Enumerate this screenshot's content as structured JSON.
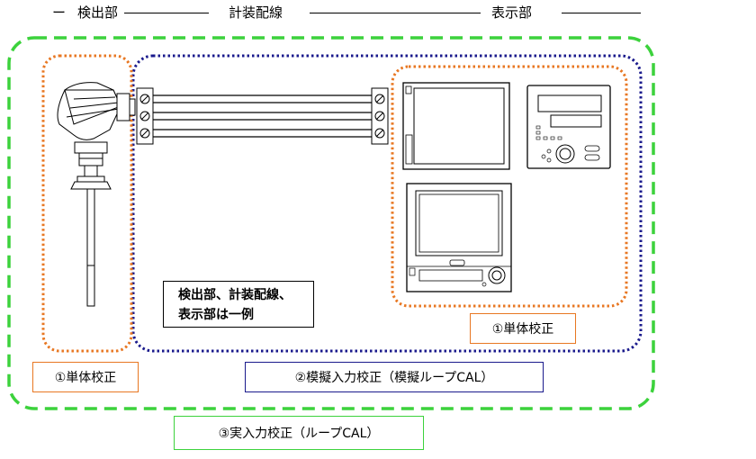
{
  "header": {
    "detector": "検出部",
    "wiring": "計装配線",
    "display": "表示部",
    "dash": "ー"
  },
  "note": {
    "line1": "検出部、計装配線、",
    "line2": "表示部は一例"
  },
  "labels": {
    "single_cal_left": "①単体校正",
    "single_cal_right": "①単体校正",
    "simulated_cal": "②模擬入力校正（模擬ループCAL）",
    "actual_cal": "③実入力校正（ループCAL）"
  },
  "colors": {
    "single_cal": "#e87722",
    "simulated_cal": "#1a1a8c",
    "actual_cal": "#3cd23c"
  },
  "icons": [
    "thermocouple-sensor",
    "terminal-block",
    "terminal-block",
    "chart-recorder",
    "digital-indicator-controller",
    "paperless-recorder"
  ]
}
